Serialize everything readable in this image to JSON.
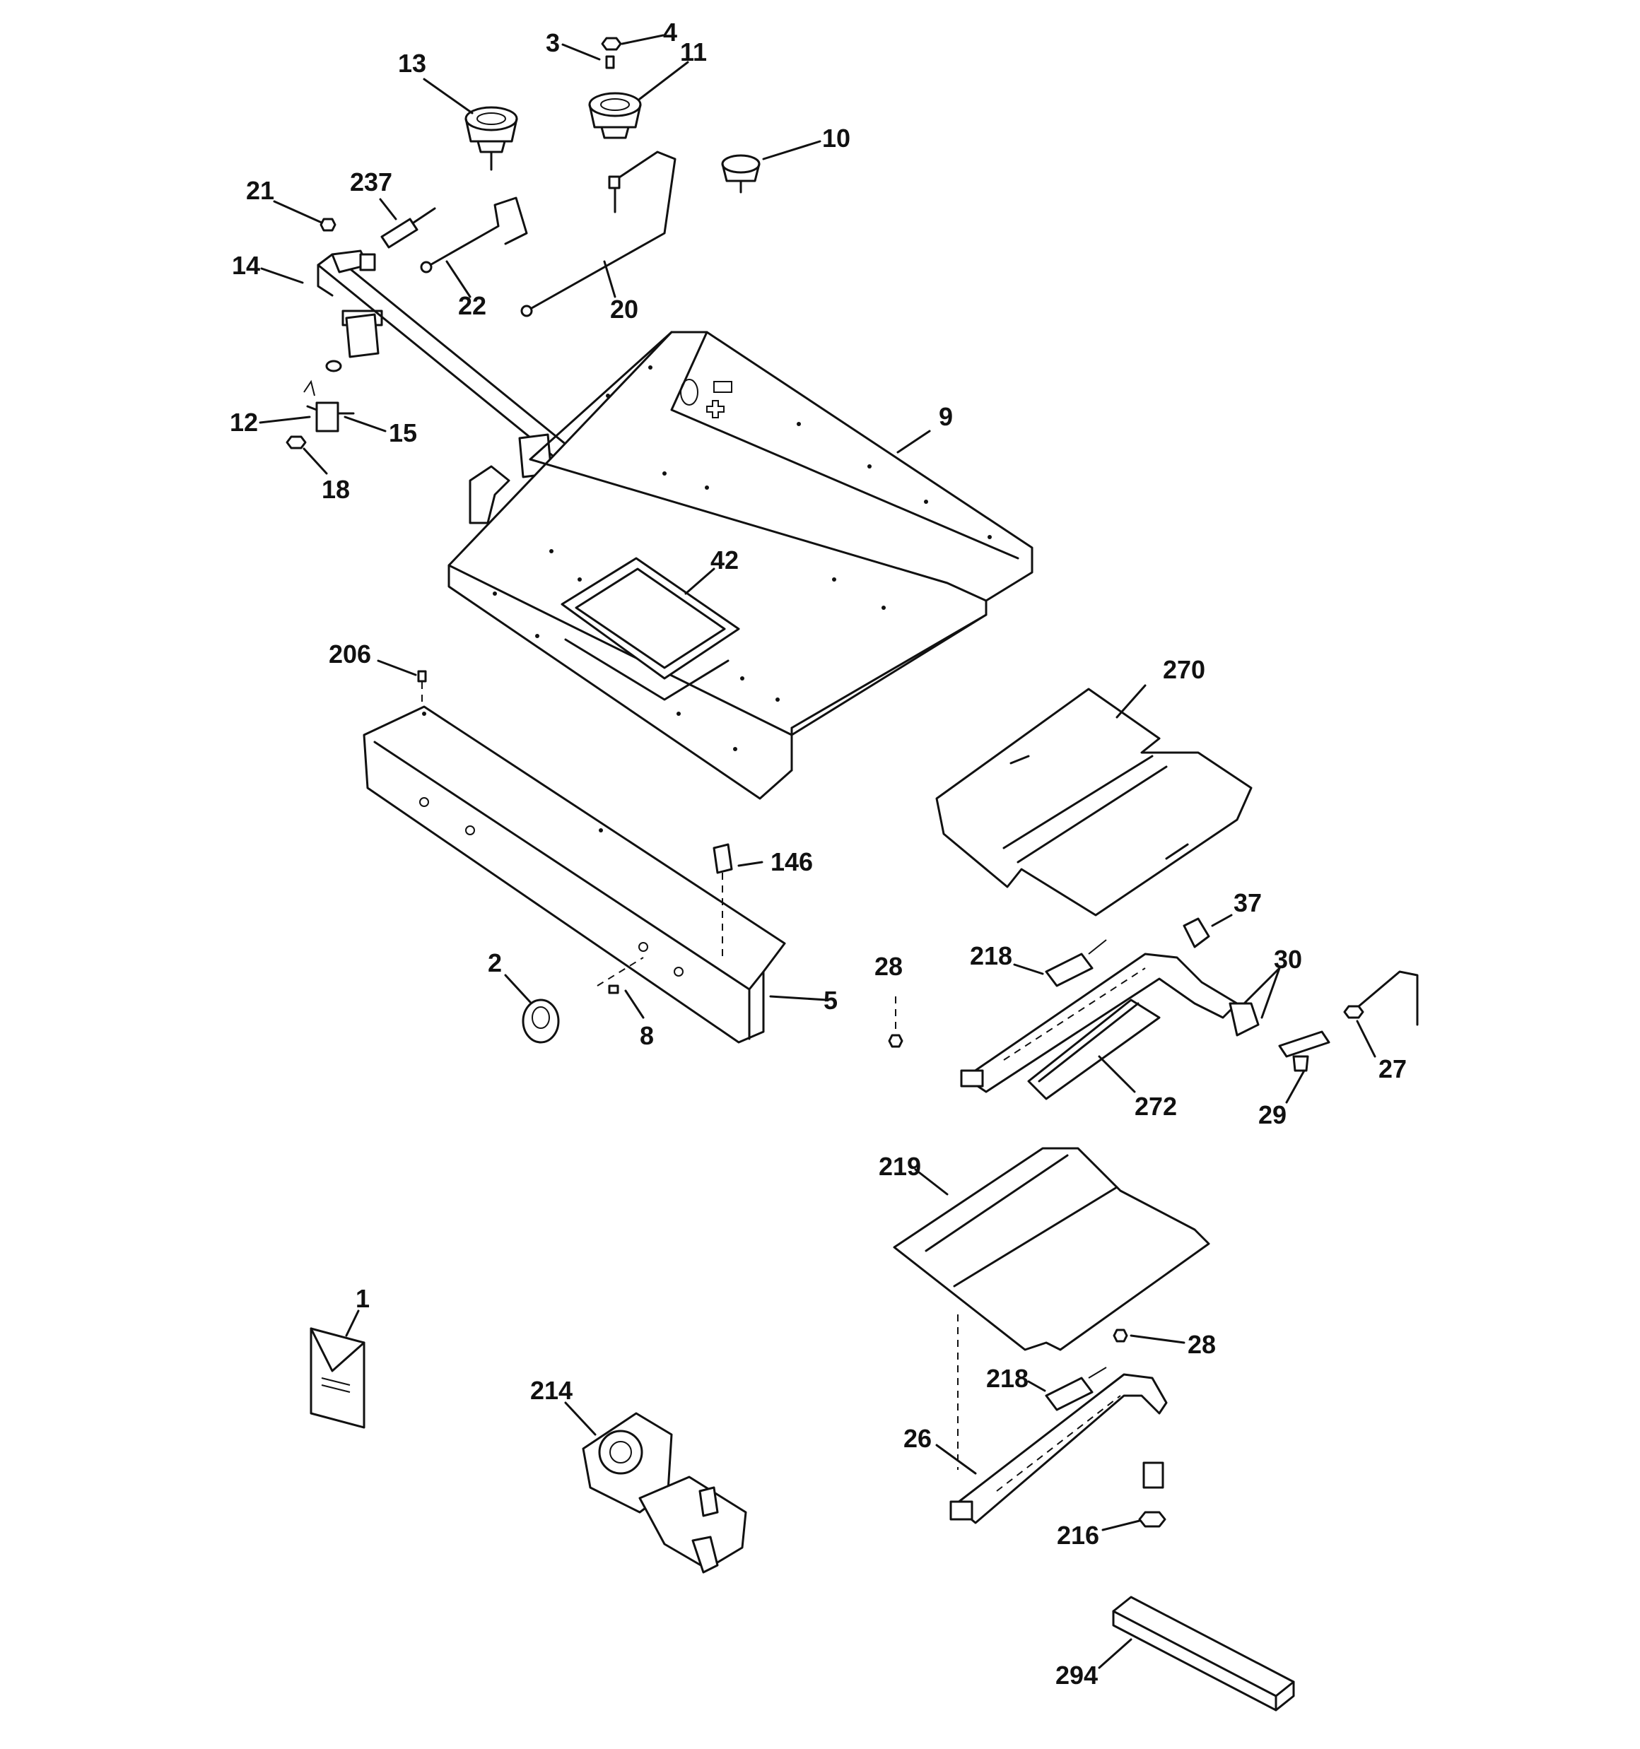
{
  "labels": {
    "l1": "1",
    "l2": "2",
    "l3": "3",
    "l4": "4",
    "l5": "5",
    "l8": "8",
    "l9": "9",
    "l10": "10",
    "l11": "11",
    "l12": "12",
    "l13": "13",
    "l14": "14",
    "l15": "15",
    "l18": "18",
    "l20": "20",
    "l21": "21",
    "l22": "22",
    "l26": "26",
    "l27": "27",
    "l28a": "28",
    "l28b": "28",
    "l29": "29",
    "l30": "30",
    "l37": "37",
    "l42": "42",
    "l146": "146",
    "l206": "206",
    "l214": "214",
    "l216": "216",
    "l218a": "218",
    "l218b": "218",
    "l219": "219",
    "l237": "237",
    "l270": "270",
    "l272": "272",
    "l294": "294"
  }
}
